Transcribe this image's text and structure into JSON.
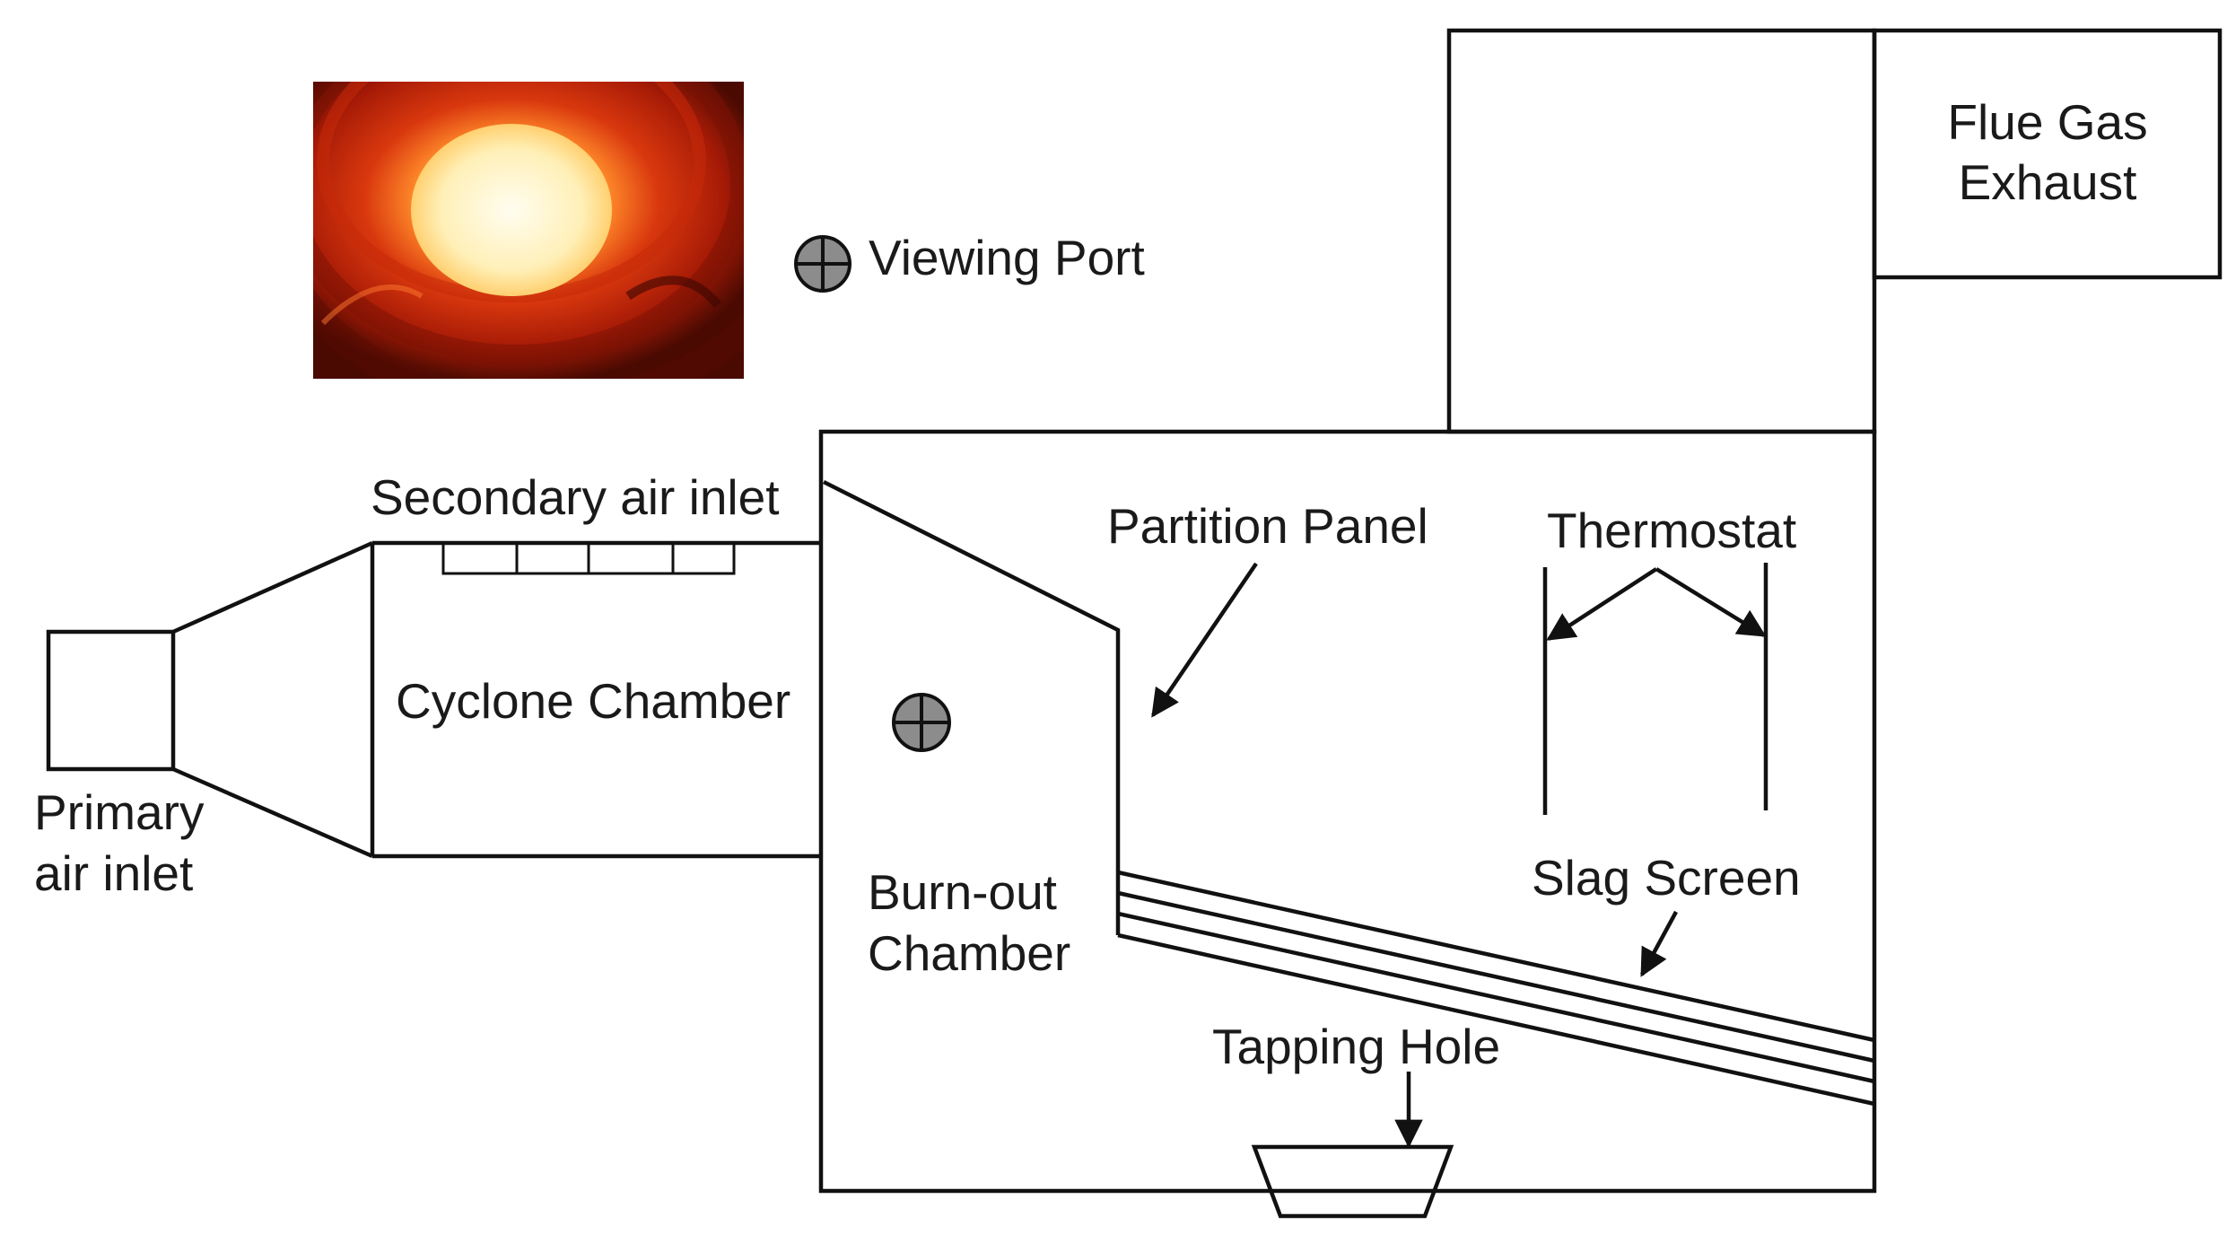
{
  "labels": {
    "viewing_port": "Viewing Port",
    "flue_gas_line1": "Flue Gas",
    "flue_gas_line2": "Exhaust",
    "secondary_air_inlet": "Secondary air inlet",
    "partition_panel": "Partition Panel",
    "thermostat": "Thermostat",
    "cyclone_chamber": "Cyclone Chamber",
    "primary_line1": "Primary",
    "primary_line2": "air inlet",
    "burnout_line1": "Burn-out",
    "burnout_line2": "Chamber",
    "slag_screen": "Slag Screen",
    "tapping_hole": "Tapping Hole"
  },
  "colors": {
    "line": "#111111",
    "port_fill": "#8c8c8c",
    "flame_core": "#fff6c8",
    "flame_outer": "#8a1405"
  }
}
